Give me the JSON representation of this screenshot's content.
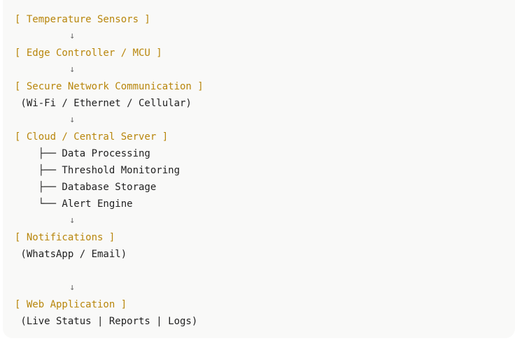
{
  "panel": {
    "background_color": "#f9f9f8",
    "page_background_color": "#ffffff",
    "accent_color": "#b8860b",
    "text_color": "#1f1f1f",
    "arrow_color": "#6b6b6b"
  },
  "diagram": {
    "type": "ascii-flow",
    "arrow_glyph": "↓",
    "arrow_indent": "          ",
    "branch_glyph": "├──",
    "branch_last_glyph": "└──",
    "lines": [
      {
        "kind": "stage",
        "text": "[ Temperature Sensors ]"
      },
      {
        "kind": "arrow",
        "text": "          ↓"
      },
      {
        "kind": "stage",
        "text": "[ Edge Controller / MCU ]"
      },
      {
        "kind": "arrow",
        "text": "          ↓"
      },
      {
        "kind": "stage",
        "text": "[ Secure Network Communication ]"
      },
      {
        "kind": "detail",
        "text": " (Wi-Fi / Ethernet / Cellular)"
      },
      {
        "kind": "arrow",
        "text": "          ↓"
      },
      {
        "kind": "stage",
        "text": "[ Cloud / Central Server ]"
      },
      {
        "kind": "tree",
        "text": "    ├── Data Processing"
      },
      {
        "kind": "tree",
        "text": "    ├── Threshold Monitoring"
      },
      {
        "kind": "tree",
        "text": "    ├── Database Storage"
      },
      {
        "kind": "tree",
        "text": "    └── Alert Engine"
      },
      {
        "kind": "arrow",
        "text": "          ↓"
      },
      {
        "kind": "stage",
        "text": "[ Notifications ]"
      },
      {
        "kind": "detail",
        "text": " (WhatsApp / Email)"
      },
      {
        "kind": "blank",
        "text": ""
      },
      {
        "kind": "arrow",
        "text": "          ↓"
      },
      {
        "kind": "stage",
        "text": "[ Web Application ]"
      },
      {
        "kind": "detail",
        "text": " (Live Status | Reports | Logs)"
      }
    ],
    "stages": [
      "Temperature Sensors",
      "Edge Controller / MCU",
      "Secure Network Communication",
      "Cloud / Central Server",
      "Notifications",
      "Web Application"
    ],
    "cloud_children": [
      "Data Processing",
      "Threshold Monitoring",
      "Database Storage",
      "Alert Engine"
    ],
    "captions": {
      "network": "(Wi-Fi / Ethernet / Cellular)",
      "notifications": "(WhatsApp / Email)",
      "web_application": "(Live Status | Reports | Logs)"
    }
  }
}
